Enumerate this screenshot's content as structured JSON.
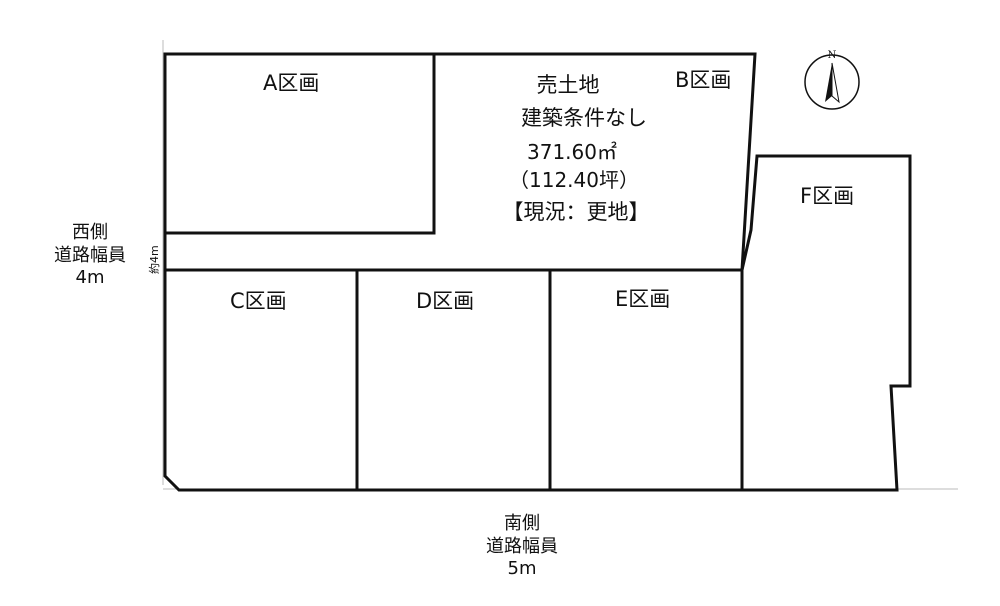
{
  "lots": {
    "a": "A区画",
    "b": "B区画",
    "c": "C区画",
    "d": "D区画",
    "e": "E区画",
    "f": "F区画"
  },
  "sale": {
    "title": "売土地",
    "subtitle": "建築条件なし",
    "area_sqm": "371.60㎡",
    "area_tsubo": "（112.40坪）",
    "status": "【現況：更地】"
  },
  "west_road": {
    "line1": "西側",
    "line2": "道路幅員",
    "line3": "4m",
    "side_note": "約4m"
  },
  "south_road": {
    "line1": "南側",
    "line2": "道路幅員",
    "line3": "5m"
  },
  "compass": {
    "letter": "N",
    "icon": "north-arrow-icon"
  }
}
